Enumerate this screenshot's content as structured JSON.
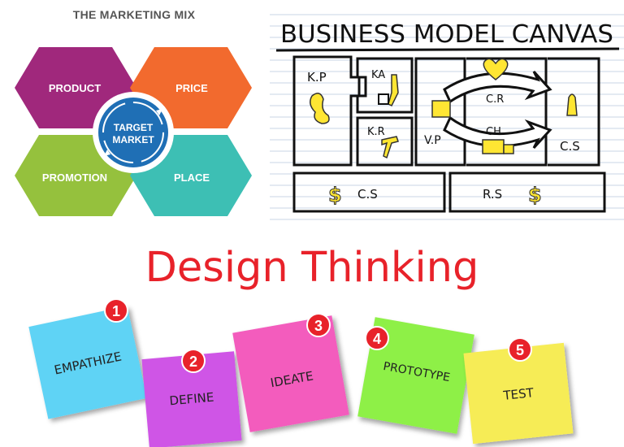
{
  "marketing_mix": {
    "title": "THE MARKETING MIX",
    "segments": [
      {
        "label": "PRODUCT",
        "color": "#a0287c"
      },
      {
        "label": "PRICE",
        "color": "#f26a2e"
      },
      {
        "label": "PROMOTION",
        "color": "#95c13d"
      },
      {
        "label": "PLACE",
        "color": "#3dbfb4"
      }
    ],
    "center": {
      "line1": "TARGET",
      "line2": "MARKET",
      "color": "#1f6fb5"
    }
  },
  "business_model_canvas": {
    "title": "BUSINESS MODEL CANVAS",
    "blocks": {
      "kp": "K.P",
      "ka": "KA",
      "kr": "K.R",
      "vp": "V.P",
      "cr": "C.R",
      "ch": "CH",
      "cs_right": "C.S",
      "cost": "C.S",
      "revenue": "R.S",
      "dollar": "$"
    },
    "highlight_color": "#ffe633"
  },
  "design_thinking": {
    "title": "Design Thinking",
    "steps": [
      {
        "number": "1",
        "label": "EMPATHIZE",
        "color": "#5fd3f5"
      },
      {
        "number": "2",
        "label": "DEFINE",
        "color": "#cf55e6"
      },
      {
        "number": "3",
        "label": "IDEATE",
        "color": "#f35bbd"
      },
      {
        "number": "4",
        "label": "PROTOTYPE",
        "color": "#8ef046"
      },
      {
        "number": "5",
        "label": "TEST",
        "color": "#f6ec56"
      }
    ],
    "badge_color": "#e8222a"
  }
}
